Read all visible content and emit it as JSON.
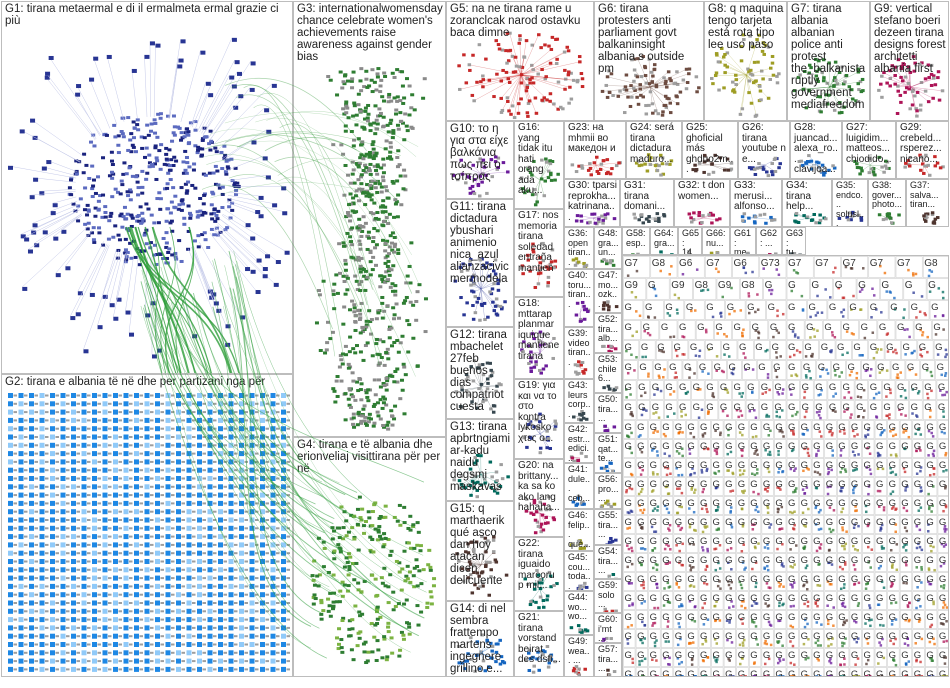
{
  "graph": {
    "groups": [
      {
        "id": "G1",
        "label": "G1: tirana metaermal e di il ermalmeta ermal grazie ci più",
        "color": "#1a237e",
        "edge_color": "#2e9d3a"
      },
      {
        "id": "G2",
        "label": "G2: tirana e albania të në dhe per partizani nga për",
        "color": "#1565c0",
        "edge_color": "#2e9d3a"
      },
      {
        "id": "G3",
        "label": "G3: internationalwomensday chance celebrate women's achievements raise awareness against gender bias",
        "color": "#2e7d32",
        "edge_color": "#2e9d3a"
      },
      {
        "id": "G4",
        "label": "G4: tirana e të albania dhe erionveliaj visittirana për per në",
        "color": "#2e7d32",
        "edge_color": "#2e9d3a"
      },
      {
        "id": "G5",
        "label": "G5: na ne tirana rame u zoranclcak narod ostavku baca dimne",
        "color": "#c62828",
        "edge_color": "#c62828"
      },
      {
        "id": "G6",
        "label": "G6: tirana protesters anti parliament govt balkaninsight albania s outside pm",
        "color": "#6d4c41",
        "edge_color": "#6d4c41"
      },
      {
        "id": "G7",
        "label": "G7: tirana albania albanian police anti protest the_balkanista ruptly government mediafreedom",
        "color": "#2e7d32",
        "edge_color": "#2e7d32"
      },
      {
        "id": "G8",
        "label": "G8: q maquina tengo tarjeta está rota tipo lee uso paso",
        "color": "#9e9d24",
        "edge_color": "#9e9d24"
      },
      {
        "id": "G9",
        "label": "G9: vertical stefano boeri dezeen tirana designs forest architetti albania first",
        "color": "#ad1457",
        "edge_color": "#ad1457"
      },
      {
        "id": "G10",
        "label": "G10: το η για στα είχε βαλκάνια πως πει ο τσίπρας",
        "color": "#6a1b9a",
        "edge_color": "#6a1b9a"
      },
      {
        "id": "G11",
        "label": "G11: tirana dictadura ybushari animenio nica_azul alianzacivic mermodela",
        "color": "#283593",
        "edge_color": "#283593"
      },
      {
        "id": "G12",
        "label": "G12: tirana mbachelet 27feb buenos dias compatriot cuesta",
        "color": "#37474f",
        "edge_color": "#37474f"
      },
      {
        "id": "G13",
        "label": "G13: tirana apbrtngiami ar-kadu naidu degsmi maskavas",
        "color": "#00695c",
        "edge_color": "#00695c"
      },
      {
        "id": "G14",
        "label": "G14: di nel sembra frattempo martens ingegnere grillino e...",
        "color": "#1565c0",
        "edge_color": "#1565c0"
      },
      {
        "id": "G15",
        "label": "G15: q marthaerik qué asco dan hoy atacan dicen delicuente",
        "color": "#4e342e",
        "edge_color": "#4e342e"
      },
      {
        "id": "G16",
        "label": "G16: yang tidak itu hati orang ada aku...",
        "color": "#2e7d32",
        "edge_color": "#2e7d32"
      },
      {
        "id": "G17",
        "label": "G17: nos memoria tirana soledad entraña mantien",
        "color": "#c62828",
        "edge_color": "#c62828"
      },
      {
        "id": "G18",
        "label": "G18: mttarap planmar iquique mantiene tirana",
        "color": "#6a1b9a",
        "edge_color": "#6a1b9a"
      },
      {
        "id": "G19",
        "label": "G19: για και να το στο kontra lykosko χτες ο...",
        "color": "#283593",
        "edge_color": "#283593"
      },
      {
        "id": "G20",
        "label": "G20: na brittany... ka sa ko ako lang hahaha...",
        "color": "#ad1457",
        "edge_color": "#ad1457"
      },
      {
        "id": "G21",
        "label": "G21: tirana vorstand beirat des dsfi...",
        "color": "#1565c0",
        "edge_color": "#1565c0"
      },
      {
        "id": "G22",
        "label": "G22: tirana iguaido marcoru p mil...",
        "color": "#00695c",
        "edge_color": "#00695c"
      },
      {
        "id": "G23",
        "label": "G23: на mhmii во македон и",
        "color": "#c62828",
        "edge_color": "#c62828"
      },
      {
        "id": "G24",
        "label": "G24: será tirana dictadura maduro...",
        "color": "#9e9d24",
        "edge_color": "#9e9d24"
      },
      {
        "id": "G25",
        "label": "G25: ghoficial más ghduo2m...",
        "color": "#4e342e",
        "edge_color": "#4e342e"
      },
      {
        "id": "G26",
        "label": "G26: tirana youtube n e...",
        "color": "#283593",
        "edge_color": "#283593"
      },
      {
        "id": "G27",
        "label": "G27: luigidim... matteos... chiodido...",
        "color": "#2e7d32",
        "edge_color": "#2e7d32"
      },
      {
        "id": "G28",
        "label": "G28: juancad... alexa_ro... clavijoa...",
        "color": "#1565c0",
        "edge_color": "#1565c0"
      },
      {
        "id": "G29",
        "label": "G29: crebeld... rsperez... nicano...",
        "color": "#c62828",
        "edge_color": "#c62828"
      },
      {
        "id": "G30",
        "label": "G30: tparsi reprokha... katrinana...",
        "color": "#6a1b9a",
        "edge_color": "#6a1b9a"
      },
      {
        "id": "G31",
        "label": "G31: tirana domani...",
        "color": "#37474f",
        "edge_color": "#37474f"
      },
      {
        "id": "G32",
        "label": "G32: t don women...",
        "color": "#ad1457",
        "edge_color": "#ad1457"
      },
      {
        "id": "G33",
        "label": "G33: merusi... alfonso...",
        "color": "#1565c0",
        "edge_color": "#1565c0"
      },
      {
        "id": "G34",
        "label": "G34: tirana help...",
        "color": "#00695c",
        "edge_color": "#00695c"
      },
      {
        "id": "G35",
        "label": "G35: endco... solusl...",
        "color": "#283593",
        "edge_color": "#283593"
      },
      {
        "id": "G36",
        "label": "G36: open tiran...",
        "color": "#9e9d24",
        "edge_color": "#9e9d24"
      },
      {
        "id": "G37",
        "label": "G37: salva... tiran...",
        "color": "#4e342e",
        "edge_color": "#4e342e"
      },
      {
        "id": "G38",
        "label": "G38: gover... photo...",
        "color": "#2e7d32",
        "edge_color": "#2e7d32"
      },
      {
        "id": "G39",
        "label": "G39: video tiran...",
        "color": "#c62828",
        "edge_color": "#c62828"
      },
      {
        "id": "G40",
        "label": "G40: toru... tiran...",
        "color": "#6a1b9a",
        "edge_color": "#6a1b9a"
      },
      {
        "id": "G41",
        "label": "G41: dule... ceb...",
        "color": "#1565c0",
        "edge_color": "#1565c0"
      },
      {
        "id": "G42",
        "label": "G42: estr... edici...",
        "color": "#ad1457",
        "edge_color": "#ad1457"
      },
      {
        "id": "G43",
        "label": "G43: leurs corp...",
        "color": "#37474f",
        "edge_color": "#37474f"
      },
      {
        "id": "G44",
        "label": "G44: wo... wo...",
        "color": "#00695c",
        "edge_color": "#00695c"
      },
      {
        "id": "G45",
        "label": "G45: cou... toda...",
        "color": "#283593",
        "edge_color": "#283593"
      },
      {
        "id": "G46",
        "label": "G46: felip... qué...",
        "color": "#9e9d24",
        "edge_color": "#9e9d24"
      },
      {
        "id": "G47",
        "label": "G47: mo... ozk...",
        "color": "#4e342e",
        "edge_color": "#4e342e"
      },
      {
        "id": "G48",
        "label": "G48: gra... un...",
        "color": "#2e7d32",
        "edge_color": "#2e7d32"
      },
      {
        "id": "G49",
        "label": "G49: wea... ...",
        "color": "#c62828",
        "edge_color": "#c62828"
      },
      {
        "id": "G50",
        "label": "G50: tira... ...",
        "color": "#6a1b9a",
        "edge_color": "#6a1b9a"
      },
      {
        "id": "G51",
        "label": "G51: qat... te...",
        "color": "#1565c0",
        "edge_color": "#1565c0"
      },
      {
        "id": "G52",
        "label": "G52: tira... alb...",
        "color": "#ad1457",
        "edge_color": "#ad1457"
      },
      {
        "id": "G53",
        "label": "G53: chile 6...",
        "color": "#37474f",
        "edge_color": "#37474f"
      },
      {
        "id": "G54",
        "label": "G54: tira... ...",
        "color": "#00695c",
        "edge_color": "#00695c"
      },
      {
        "id": "G55",
        "label": "G55: tira... ...",
        "color": "#283593",
        "edge_color": "#283593"
      },
      {
        "id": "G56",
        "label": "G56: pro... ...",
        "color": "#9e9d24",
        "edge_color": "#9e9d24"
      },
      {
        "id": "G57",
        "label": "G57: tira... ...",
        "color": "#4e342e",
        "edge_color": "#4e342e"
      },
      {
        "id": "G58",
        "label": "G58: esp... ...",
        "color": "#2e7d32",
        "edge_color": "#2e7d32"
      },
      {
        "id": "G59",
        "label": "G59: solo ...",
        "color": "#c62828",
        "edge_color": "#c62828"
      },
      {
        "id": "G60",
        "label": "G60: i'mt ...",
        "color": "#6a1b9a",
        "edge_color": "#6a1b9a"
      },
      {
        "id": "G61",
        "label": "G61: me...",
        "color": "#1565c0",
        "edge_color": "#1565c0"
      },
      {
        "id": "G62",
        "label": "G62: ...",
        "color": "#ad1457",
        "edge_color": "#ad1457"
      },
      {
        "id": "G63",
        "label": "G63: tu...",
        "color": "#37474f",
        "edge_color": "#37474f"
      },
      {
        "id": "G64",
        "label": "G64: gra...",
        "color": "#00695c",
        "edge_color": "#00695c"
      },
      {
        "id": "G65",
        "label": "G65: 14...",
        "color": "#283593",
        "edge_color": "#283593"
      },
      {
        "id": "G66",
        "label": "G66: nu...",
        "color": "#9e9d24",
        "edge_color": "#9e9d24"
      }
    ],
    "mini_labels": [
      "G7",
      "G8",
      "G6",
      "G7",
      "G6",
      "G73",
      "G7",
      "G7",
      "G7",
      "G7",
      "G7",
      "G8",
      "G9",
      "G",
      "G9",
      "G8",
      "G9",
      "G8",
      "G",
      "G",
      "G",
      "G",
      "G",
      "G",
      "G"
    ],
    "fill_letter": "G"
  }
}
